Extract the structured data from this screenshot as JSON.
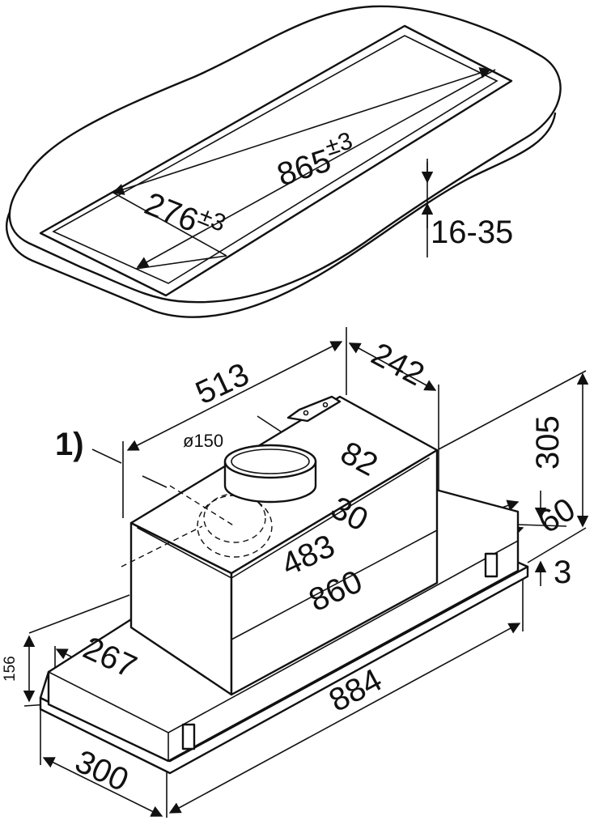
{
  "cutout": {
    "width": "276",
    "width_tol": "±3",
    "length": "865",
    "length_tol": "±3",
    "thickness": "16-35"
  },
  "hood": {
    "note": "1)",
    "duct_diameter": "ø150",
    "top_length": "513",
    "top_depth": "242",
    "total_height": "305",
    "collar_offset": "82",
    "collar_height": "30",
    "body_length": "483",
    "frame_height": "60",
    "frame_thickness": "3",
    "frame_length": "860",
    "body_depth": "267",
    "side_height": "156",
    "panel_width": "884",
    "panel_depth": "300"
  }
}
